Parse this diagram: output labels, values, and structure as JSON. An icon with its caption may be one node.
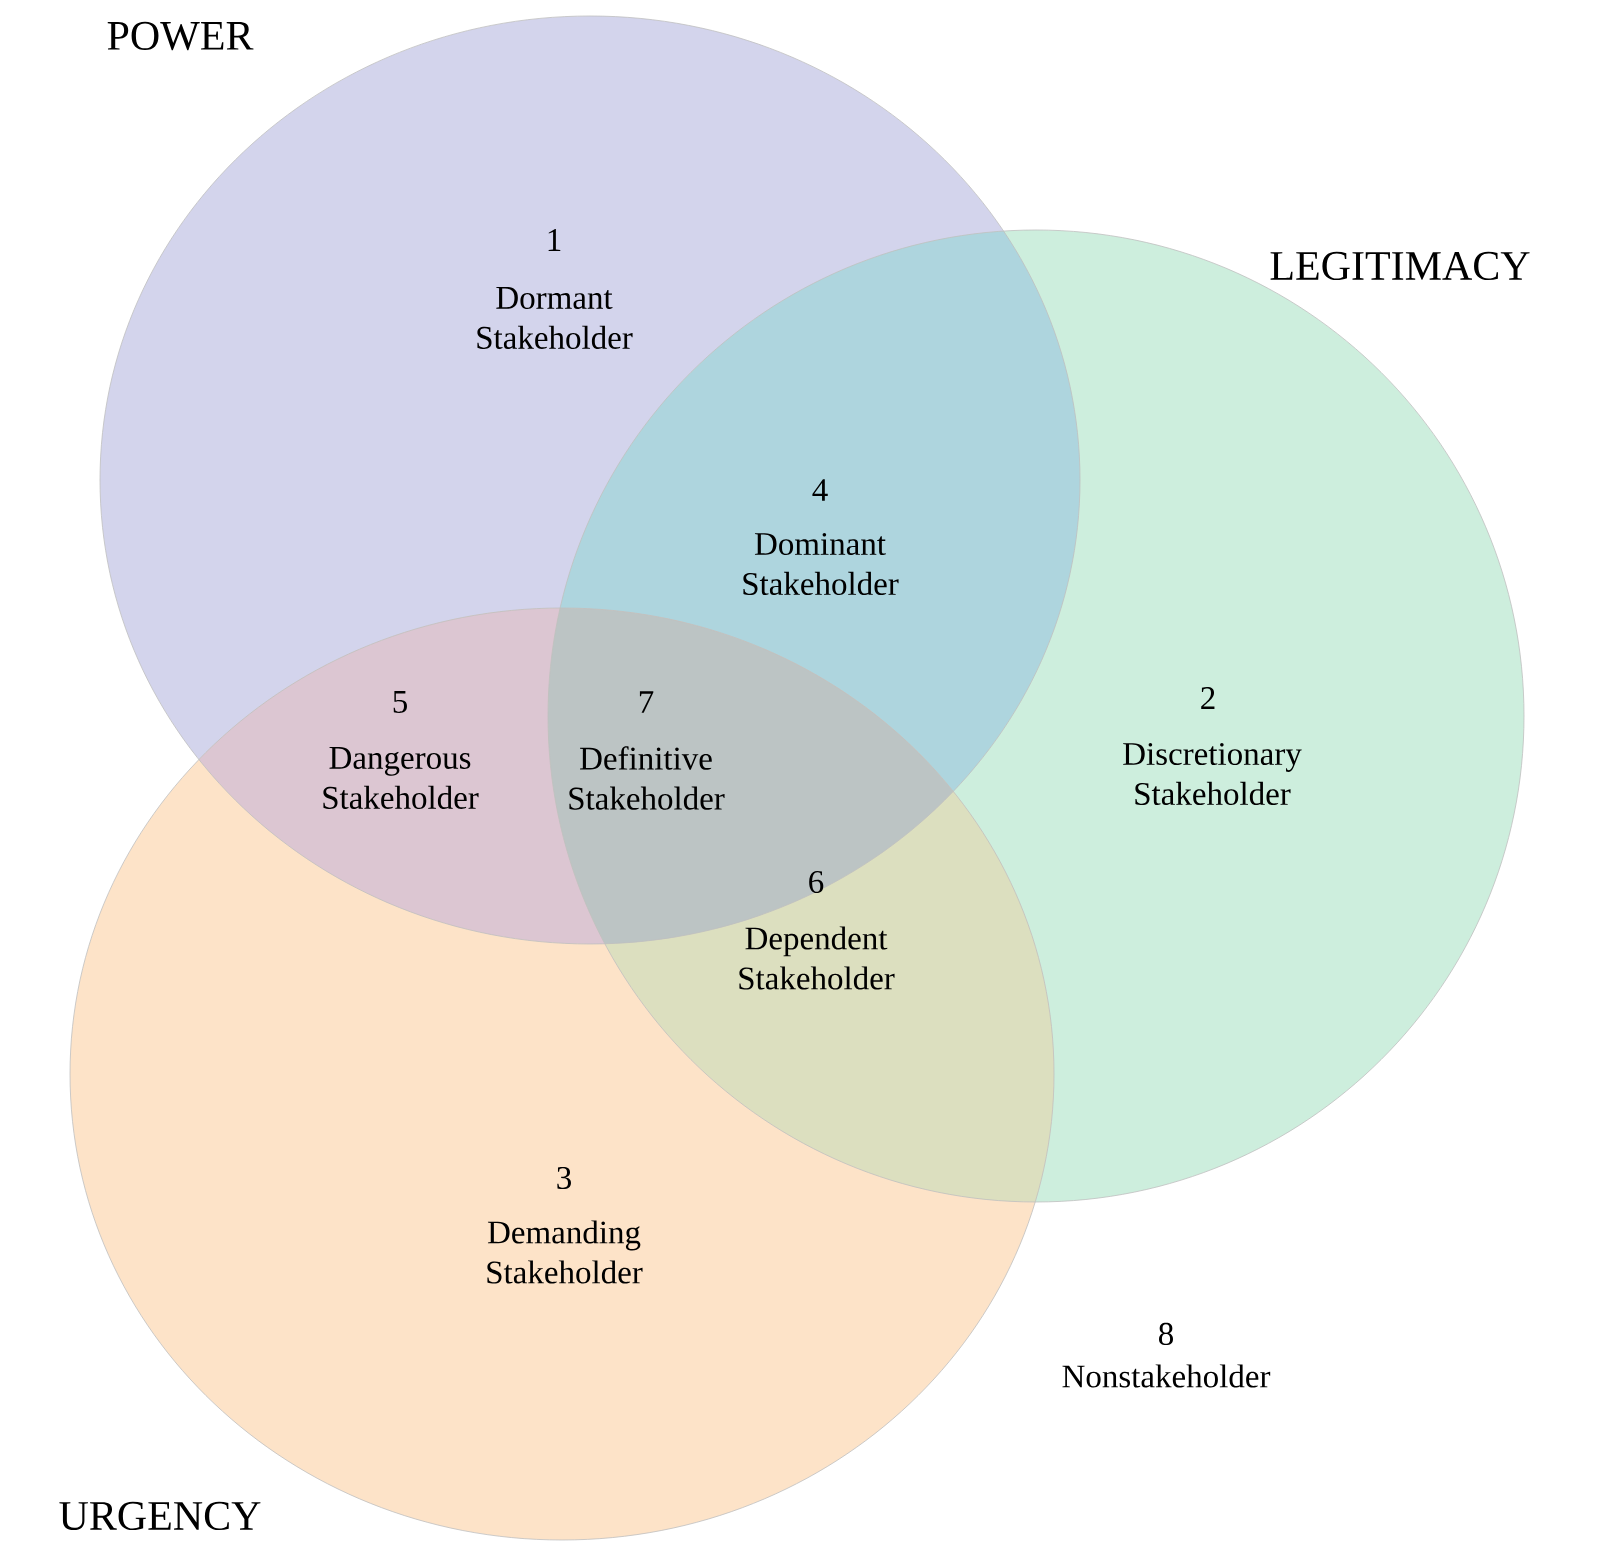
{
  "diagram": {
    "nodes": [
      {
        "text": [
          "POWER"
        ]
      },
      {
        "text": [
          "LEGITIMACY"
        ]
      },
      {
        "text": [
          "URGENCY"
        ]
      }
    ],
    "labels": [
      "1",
      "Dormant Stakeholder",
      "4",
      "Dominant Stakeholder",
      "5",
      "Dangerous Stakeholder",
      "7",
      "Definitive Stakeholder",
      "2",
      "Discretionary Stakeholder",
      "6",
      "Dependent Stakeholder",
      "3",
      "Demanding Stakeholder",
      "8",
      "Nonstakeholder"
    ]
  }
}
